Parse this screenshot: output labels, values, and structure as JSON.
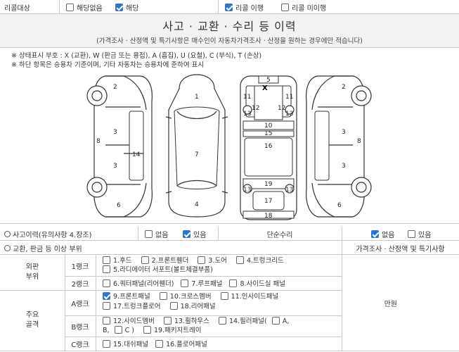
{
  "recall": {
    "label": "리콜대상",
    "opt_none": "해당없음",
    "opt_applicable": "해당",
    "opt_done": "리콜 이행",
    "opt_not_done": "리콜 미이행"
  },
  "title": "사고 · 교환 · 수리 등 이력",
  "subtitle": "(가격조사 · 산정액 및 특기사항은 매수인이 자동차가격조사 · 산정을 원하는 경우에만 적습니다)",
  "legend": {
    "line1": "※ 상태표시 부호 : X (교환), W (판금 또는 용접), A (흠집), U (요철), C (부식), T (손상)",
    "line2": "※ 하단 항목은 승용차 기준이며, 기타 자동차는 승용차에 준하여 표시"
  },
  "diagram": {
    "left_car": [
      "2",
      "3",
      "8",
      "14",
      "3",
      "6"
    ],
    "top_car": [
      "1",
      "7",
      "4"
    ],
    "frame": [
      "5",
      "X",
      "11",
      "11",
      "12",
      "12",
      "13",
      "13",
      "10",
      "15",
      "16",
      "19",
      "13",
      "13",
      "17",
      "18"
    ],
    "right_car": [
      "2",
      "3",
      "8",
      "3",
      "6"
    ]
  },
  "accident": {
    "label": "사고이력(유의사항 4.장조)",
    "no": "없음",
    "yes": "있음",
    "simple_label": "단순수리",
    "simple_no": "없음",
    "simple_yes": "있음"
  },
  "parts_header": {
    "label": "교환, 판금 등 이상 부위",
    "price_label": "가격조사 · 산정액 및 특기사항"
  },
  "outer": {
    "group": "외판\n부위",
    "rank1_label": "1랭크",
    "rank1_items": [
      "1.후드",
      "2.프론트휀더",
      "3.도어",
      "4.트렁크리드",
      "5.라디에이터 서포트(볼트체결부품)"
    ],
    "rank2_label": "2랭크",
    "rank2_items": [
      "6.쿼터패널(리어휀더)",
      "7.루프패널",
      "8.사이드실 패널"
    ]
  },
  "main": {
    "group": "주요\n골격",
    "a_label": "A랭크",
    "a_items": [
      "9.프론트패널",
      "10.크로스멤버",
      "11.인사이드패널",
      "17.트렁크플로어",
      "18.리어패널"
    ],
    "b_label": "B랭크",
    "b_items": [
      "12.사이드멤버",
      "13.휠하우스",
      "14.필러패널(",
      "A,",
      "B,",
      "C )",
      "19.패키지트레이"
    ],
    "c_label": "C랭크",
    "c_items": [
      "15.대쉬패널",
      "16.플로어패널"
    ]
  },
  "price": {
    "value": "만원"
  }
}
